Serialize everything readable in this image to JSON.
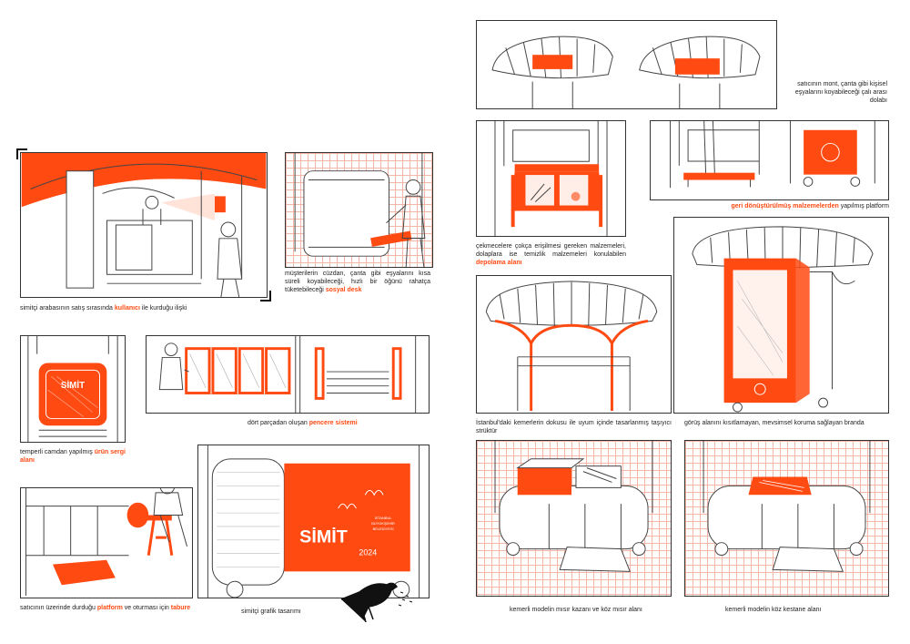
{
  "colors": {
    "accent": "#ff4a12",
    "grid": "#f2b7a6",
    "line": "#444444"
  },
  "captions": {
    "c1": {
      "a": "simitçi arabasının satış sırasında ",
      "b": "kullanıcı",
      "c": " ile kurduğu ilişki"
    },
    "c2": {
      "a": "müşterilerin cüzdan, çanta gibi eşyalarını kısa süreli koyabileceği, hızlı bir öğünü rahatça tüketebileceği ",
      "b": "sosyal desk"
    },
    "c3": {
      "a": "temperli camdan yapılmış ",
      "b": "ürün sergi alanı"
    },
    "c4": {
      "a": "dört parçadan oluşan ",
      "b": "pencere sistemi"
    },
    "c5": {
      "a": "satıcının üzerinde durduğu ",
      "b": "platform",
      "c": " ve oturması için ",
      "d": "tabure"
    },
    "c6": {
      "a": "simitçi grafik tasarımı"
    },
    "c7": {
      "a": "satıcının mont, çanta gibi kişisel eşyalarını koyabileceği çalı arası dolabı"
    },
    "c8": {
      "a": "çekmecelere çokça erişilmesi gereken malzemeleri, dolaplara ise temizlik malzemeleri konulabilen ",
      "b": "depolama alanı"
    },
    "c9": {
      "a": "geri dönüştürülmüş malzemelerden",
      "b": " yapılmış platform"
    },
    "c10": {
      "a": "İstanbul'daki kemerlerin dokusu ile uyum içinde tasarlanmış taşıyıcı strüktür"
    },
    "c11": {
      "a": "görüş alanını kısıtlamayan, mevsimsel koruma sağlayan branda"
    },
    "c12": {
      "a": "kemerli modelin mısır kazanı ve köz mısır alanı"
    },
    "c13": {
      "a": "kemerli modelin köz kestane alanı"
    }
  },
  "graphic": {
    "word": "SİMİT",
    "year": "2024",
    "logo_lines": [
      "İSTANBUL",
      "BÜYÜKŞEHİR",
      "BELEDİYESİ"
    ],
    "small_word": "SİMİT"
  }
}
